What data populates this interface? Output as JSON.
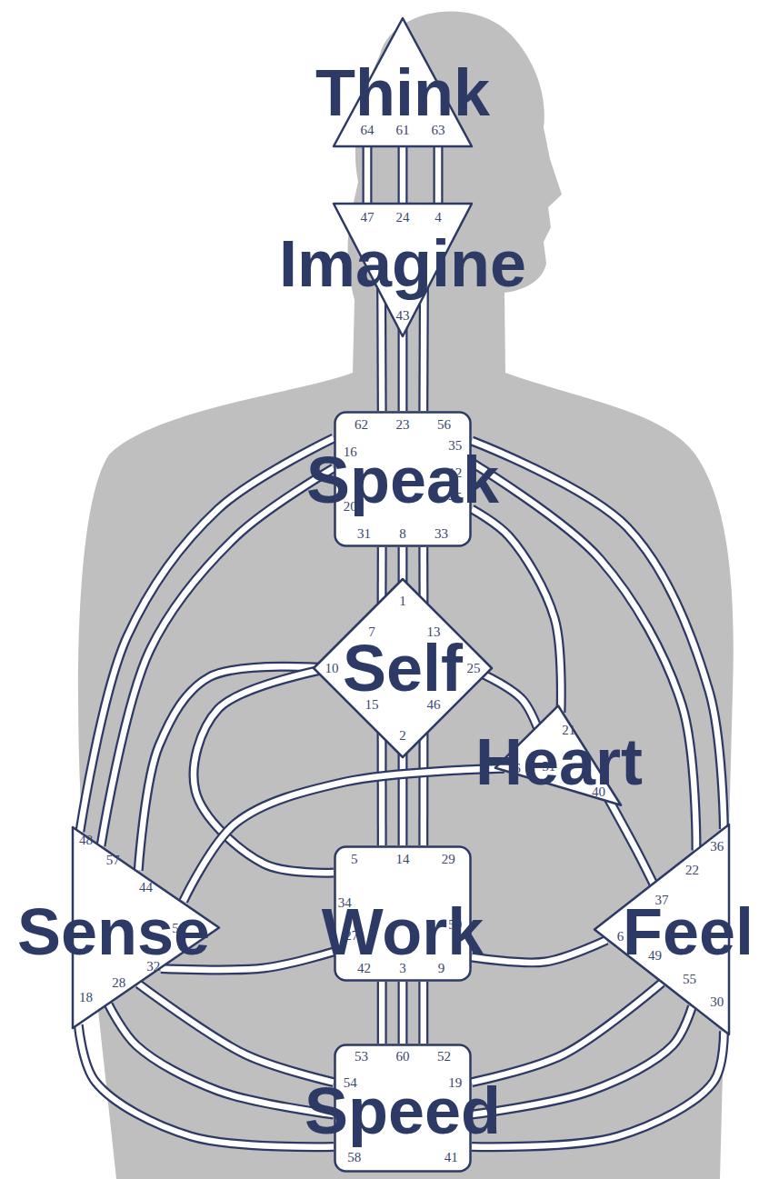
{
  "diagram": {
    "nodes": [
      {
        "text": [
          "Think",
          "64",
          "61",
          "63"
        ]
      },
      {
        "text": [
          "Imagine",
          "47",
          "24",
          "4",
          "43"
        ]
      },
      {
        "text": [
          "Speak",
          "62",
          "23",
          "56",
          "16",
          "20",
          "35",
          "12",
          "45",
          "31",
          "8",
          "33"
        ]
      },
      {
        "text": [
          "Self",
          "1",
          "7",
          "13",
          "10",
          "25",
          "15",
          "46",
          "2"
        ]
      },
      {
        "text": [
          "Heart",
          "21",
          "51",
          "26",
          "40"
        ]
      },
      {
        "text": [
          "Sense",
          "48",
          "57",
          "44",
          "50",
          "32",
          "28",
          "18"
        ]
      },
      {
        "text": [
          "Work",
          "5",
          "14",
          "29",
          "34",
          "27",
          "59",
          "42",
          "3",
          "9"
        ]
      },
      {
        "text": [
          "Feel",
          "36",
          "22",
          "37",
          "6",
          "49",
          "55",
          "30"
        ]
      },
      {
        "text": [
          "Speed",
          "53",
          "60",
          "52",
          "54",
          "19",
          "58",
          "41"
        ]
      }
    ],
    "edges": [
      {
        "from": 0,
        "to": 1,
        "arrow": "none"
      },
      {
        "from": 0,
        "to": 1,
        "arrow": "none"
      },
      {
        "from": 0,
        "to": 1,
        "arrow": "none"
      },
      {
        "from": 1,
        "to": 2,
        "arrow": "none"
      },
      {
        "from": 1,
        "to": 2,
        "arrow": "none"
      },
      {
        "from": 1,
        "to": 2,
        "arrow": "none"
      },
      {
        "from": 2,
        "to": 3,
        "arrow": "none"
      },
      {
        "from": 2,
        "to": 3,
        "arrow": "none"
      },
      {
        "from": 2,
        "to": 3,
        "arrow": "none"
      },
      {
        "from": 2,
        "to": 5,
        "arrow": "none"
      },
      {
        "from": 2,
        "to": 5,
        "arrow": "none"
      },
      {
        "from": 3,
        "to": 5,
        "arrow": "none"
      },
      {
        "from": 3,
        "to": 6,
        "arrow": "none"
      },
      {
        "from": 3,
        "to": 6,
        "arrow": "none"
      },
      {
        "from": 3,
        "to": 6,
        "arrow": "none"
      },
      {
        "from": 3,
        "to": 6,
        "arrow": "none"
      },
      {
        "from": 3,
        "to": 4,
        "arrow": "none"
      },
      {
        "from": 4,
        "to": 2,
        "arrow": "none"
      },
      {
        "from": 4,
        "to": 5,
        "arrow": "none"
      },
      {
        "from": 4,
        "to": 7,
        "arrow": "none"
      },
      {
        "from": 7,
        "to": 2,
        "arrow": "none"
      },
      {
        "from": 7,
        "to": 2,
        "arrow": "none"
      },
      {
        "from": 5,
        "to": 6,
        "arrow": "none"
      },
      {
        "from": 6,
        "to": 7,
        "arrow": "none"
      },
      {
        "from": 6,
        "to": 8,
        "arrow": "none"
      },
      {
        "from": 6,
        "to": 8,
        "arrow": "none"
      },
      {
        "from": 6,
        "to": 8,
        "arrow": "none"
      },
      {
        "from": 8,
        "to": 5,
        "arrow": "none"
      },
      {
        "from": 8,
        "to": 5,
        "arrow": "none"
      },
      {
        "from": 8,
        "to": 5,
        "arrow": "none"
      },
      {
        "from": 8,
        "to": 7,
        "arrow": "none"
      },
      {
        "from": 8,
        "to": 7,
        "arrow": "none"
      },
      {
        "from": 8,
        "to": 7,
        "arrow": "none"
      }
    ]
  }
}
